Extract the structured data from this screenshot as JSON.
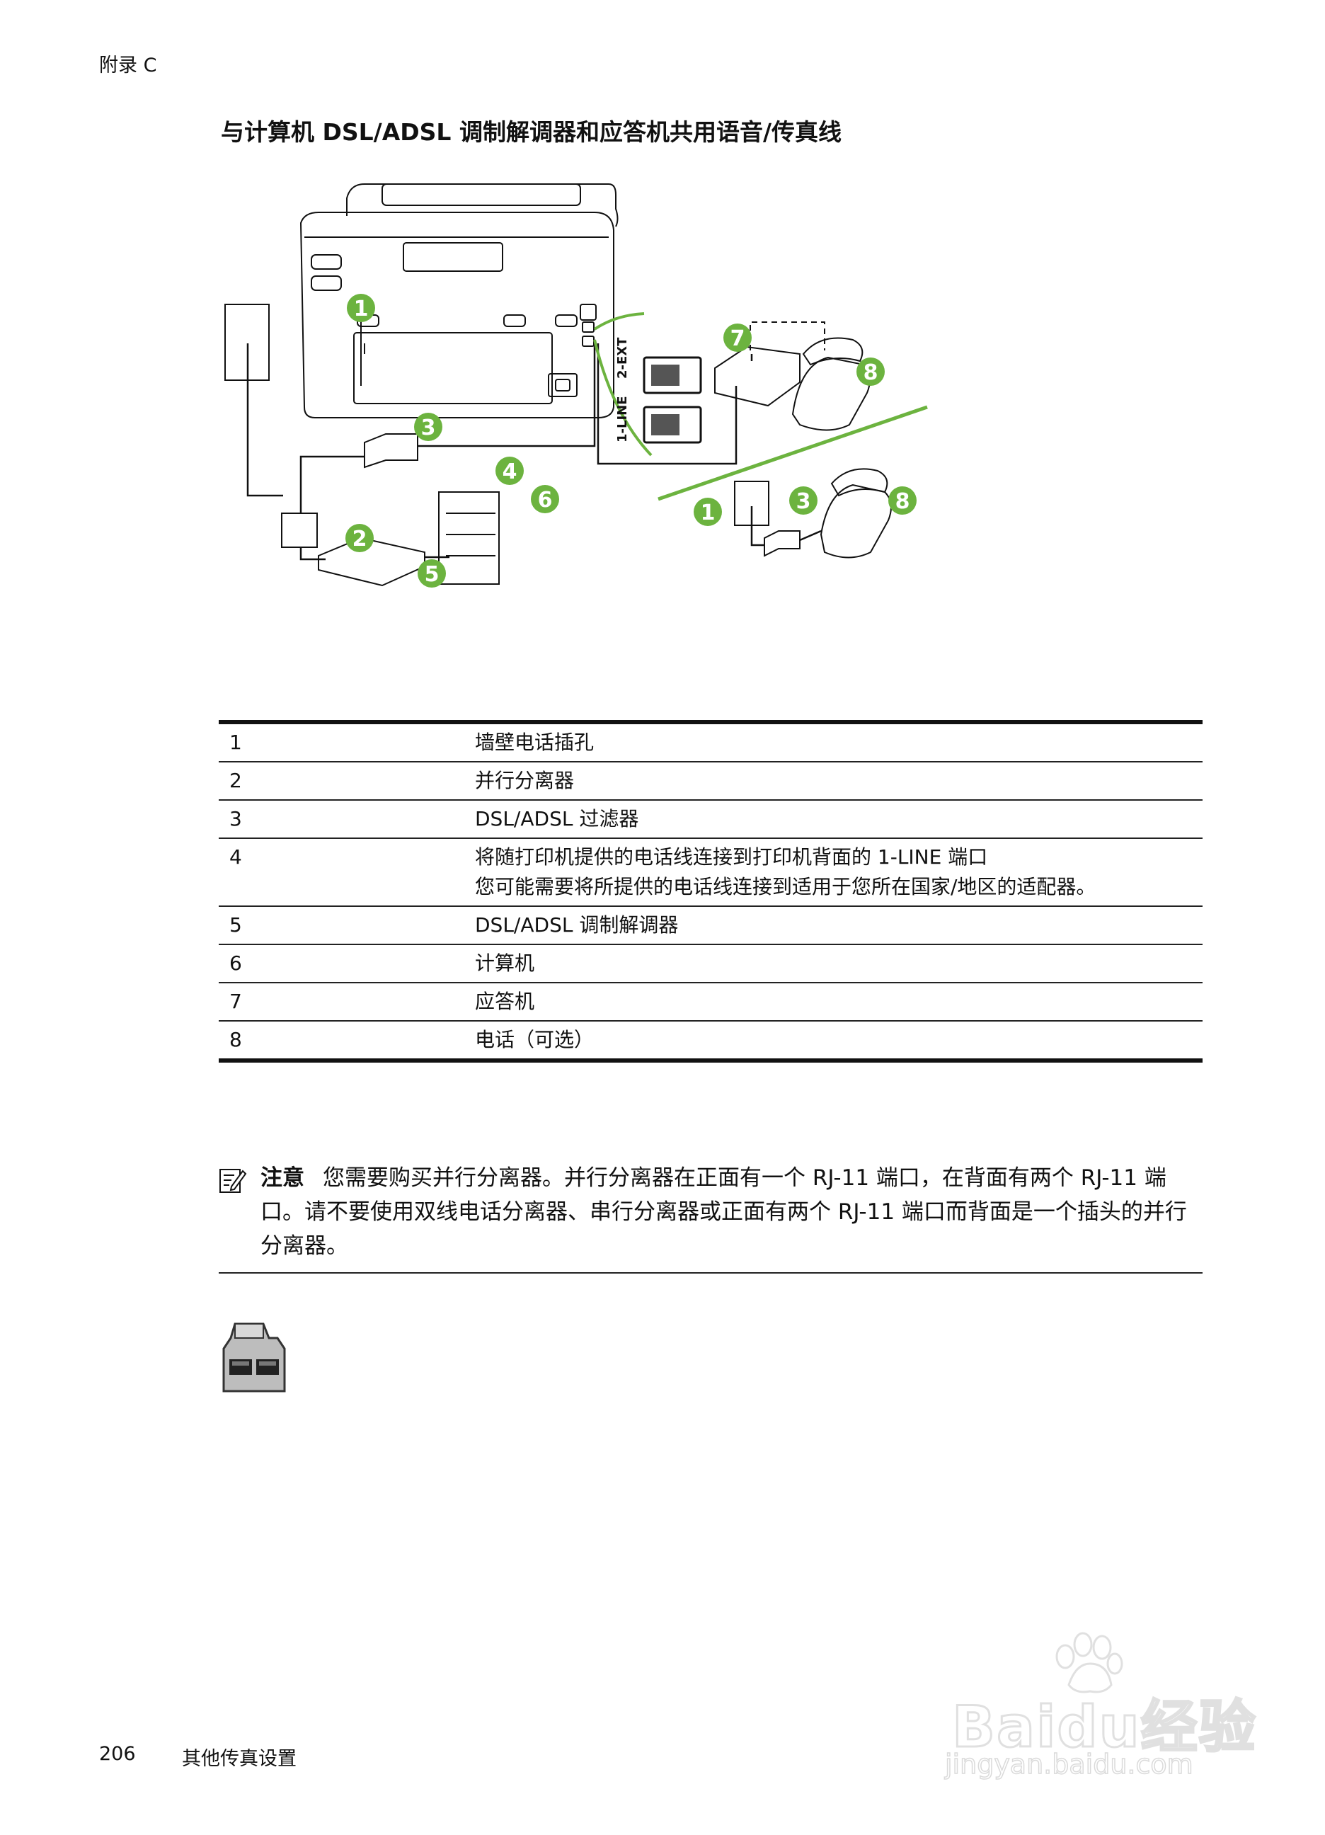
{
  "header": {
    "label": "附录 C"
  },
  "section_title": "与计算机 DSL/ADSL 调制解调器和应答机共用语音/传真线",
  "diagram": {
    "callouts": [
      "1",
      "2",
      "3",
      "4",
      "5",
      "6",
      "7",
      "8"
    ],
    "port_labels": {
      "line": "1-LINE",
      "ext": "2-EXT"
    },
    "accent_color": "#6cb33f"
  },
  "legend": [
    {
      "num": "1",
      "text": "墙壁电话插孔"
    },
    {
      "num": "2",
      "text": "并行分离器"
    },
    {
      "num": "3",
      "text": "DSL/ADSL 过滤器"
    },
    {
      "num": "4",
      "text": "将随打印机提供的电话线连接到打印机背面的 1-LINE 端口",
      "text2": "您可能需要将所提供的电话线连接到适用于您所在国家/地区的适配器。"
    },
    {
      "num": "5",
      "text": "DSL/ADSL 调制解调器"
    },
    {
      "num": "6",
      "text": "计算机"
    },
    {
      "num": "7",
      "text": "应答机"
    },
    {
      "num": "8",
      "text": "电话（可选）"
    }
  ],
  "note": {
    "icon": "note-pencil-icon",
    "label": "注意",
    "text": "您需要购买并行分离器。并行分离器在正面有一个 RJ-11 端口，在背面有两个 RJ-11 端口。请不要使用双线电话分离器、串行分离器或正面有两个 RJ-11 端口而背面是一个插头的并行分离器。"
  },
  "footer": {
    "page_number": "206",
    "section": "其他传真设置"
  },
  "watermark": {
    "brand": "Baidu经验",
    "url": "jingyan.baidu.com"
  }
}
